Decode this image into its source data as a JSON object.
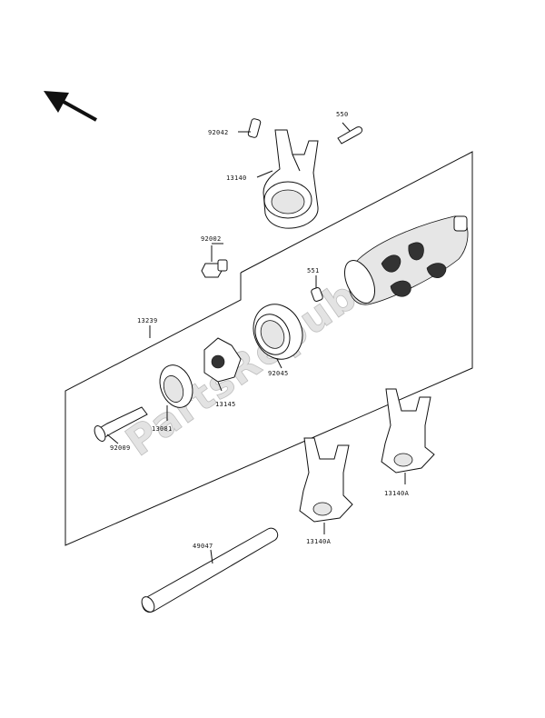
{
  "labels": {
    "p92042": "92042",
    "p550": "550",
    "p13140": "13140",
    "p92002": "92002",
    "p551": "551",
    "p13239": "13239",
    "p92045": "92045",
    "p13145": "13145",
    "p13081": "13081",
    "p92009": "92009",
    "p13140a_1": "13140A",
    "p13140a_2": "13140A",
    "p49047": "49047"
  },
  "watermark": "PartsRepublik"
}
